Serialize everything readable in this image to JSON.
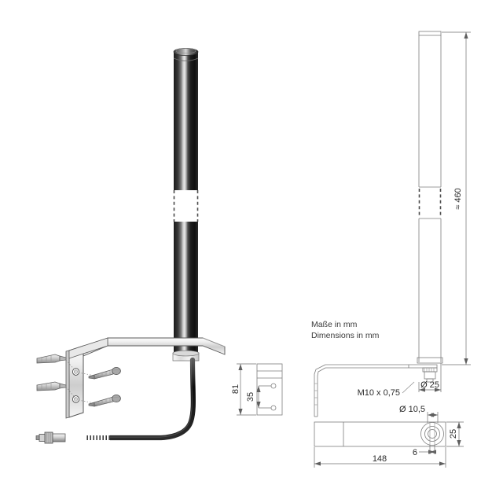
{
  "document": {
    "kind": "technical-drawing",
    "subject": "Rod antenna with wall mounting bracket",
    "background_color": "#ffffff",
    "line_color": "#7d7d7d",
    "text_color": "#2b2b2b"
  },
  "notes": {
    "line_de": "Maße in mm",
    "line_en": "Dimensions in mm"
  },
  "dimensions": {
    "antenna_height": "≈ 460",
    "antenna_diameter": "Ø 25",
    "thread": "M10 x 0,75",
    "bracket_hole_diameter": "Ø 10,5",
    "bracket_length": "148",
    "bracket_plate_width": "25",
    "bracket_slot_width": "6",
    "bracket_side_height": "81",
    "bracket_hole_spacing": "35"
  },
  "views": {
    "perspective": {
      "name": "Exploded perspective view",
      "parts": [
        "antenna-rod",
        "break-symbol",
        "mounting-bracket",
        "wall-plugs",
        "mounting-screws",
        "coaxial-cable",
        "cable-connector"
      ]
    },
    "side_elevation": {
      "name": "Bracket side elevation"
    },
    "front_elevation": {
      "name": "Antenna front elevation with bracket"
    },
    "plan": {
      "name": "Bracket plan view"
    }
  }
}
